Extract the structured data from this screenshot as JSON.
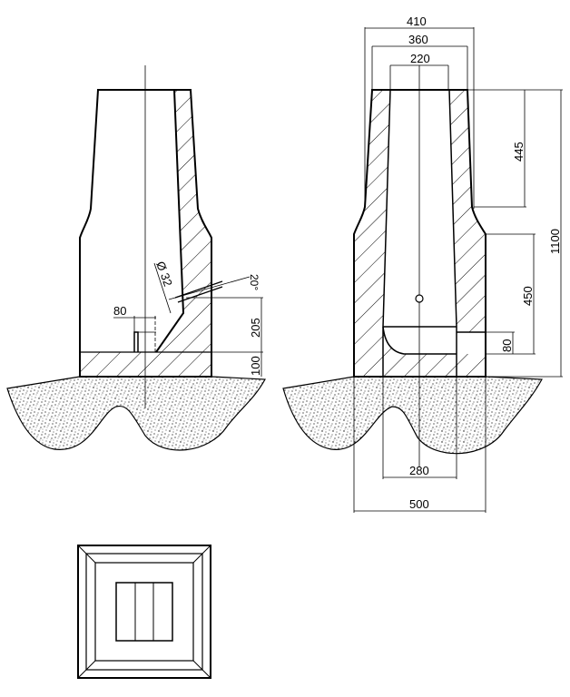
{
  "colors": {
    "line": "#000000",
    "background": "#ffffff"
  },
  "side_view": {
    "dim_80": "80",
    "dim_205": "205",
    "dim_100": "100",
    "dim_hole": "Ø 32",
    "dim_angle": "20°"
  },
  "section_view": {
    "dim_410": "410",
    "dim_360": "360",
    "dim_220": "220",
    "dim_445": "445",
    "dim_1100": "1100",
    "dim_450": "450",
    "dim_80": "80",
    "dim_280": "280",
    "dim_500": "500"
  }
}
